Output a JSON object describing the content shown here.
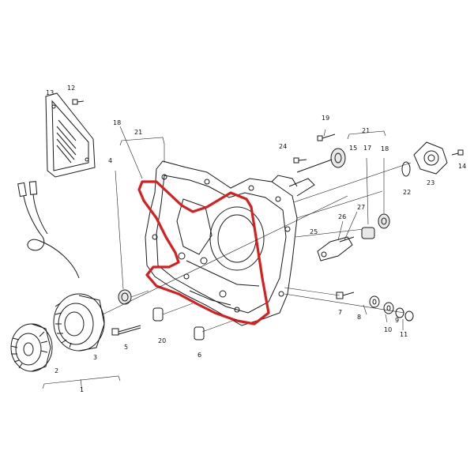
{
  "colors": {
    "background": "#ffffff",
    "line_art": "#1a1a1a",
    "gasket_highlight": "#d81e1e"
  },
  "part_numbers": {
    "p1": "1",
    "p2": "2",
    "p3": "3",
    "p4": "4",
    "p5": "5",
    "p6": "6",
    "p7": "7",
    "p8": "8",
    "p9": "9",
    "p10": "10",
    "p11": "11",
    "p12": "12",
    "p13": "13",
    "p14": "14",
    "p15": "15",
    "p17": "17",
    "p18a": "18",
    "p18b": "18",
    "p19": "19",
    "p20": "20",
    "p21a": "21",
    "p21b": "21",
    "p22": "22",
    "p23": "23",
    "p24": "24",
    "p25": "25",
    "p26": "26",
    "p27": "27"
  }
}
